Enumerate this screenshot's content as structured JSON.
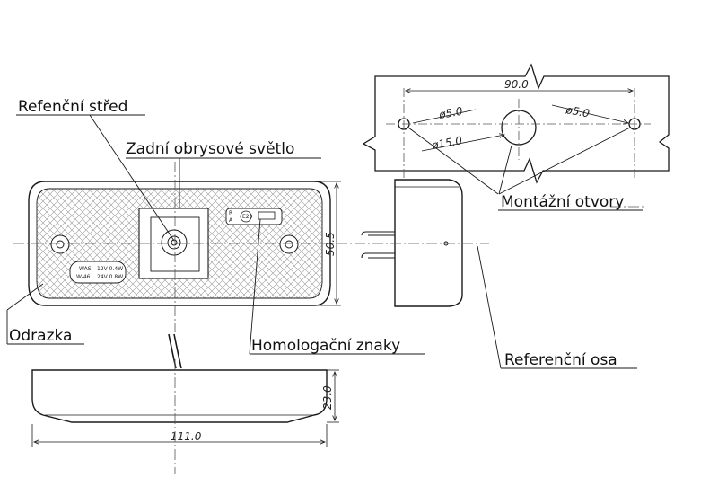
{
  "labels": {
    "reference_center": "Refenční střed",
    "rear_marker_light": "Zadní obrysové světlo",
    "mounting_holes": "Montážní otvory",
    "reflector": "Odrazka",
    "homologation_marks": "Homologační znaky",
    "reference_axis": "Referenční osa"
  },
  "dimensions": {
    "hole_spacing": "90.0",
    "hole_diameter_left": "ø5.0",
    "hole_diameter_right": "ø5.0",
    "center_hole_diameter": "ø15.0",
    "height": "50.5",
    "depth": "23.0",
    "length": "111.0"
  },
  "markings": {
    "brand": "WAS",
    "model": "W-46",
    "spec_12v": "12V 0.4W",
    "spec_24v": "24V 0.8W",
    "approval": "E20",
    "code_a": "R",
    "code_b": "A"
  },
  "colors": {
    "line": "#1a1a1a",
    "dash": "#555555",
    "hatch": "#9a9a9a"
  }
}
